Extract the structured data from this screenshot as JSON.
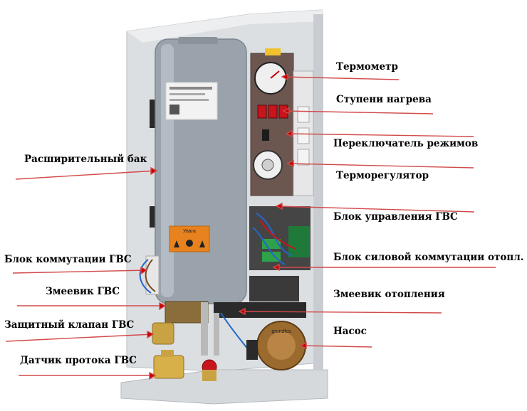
{
  "colors": {
    "leader": "#d24a4a",
    "arrow": "#c40000",
    "panel": "#dcdfe2",
    "tank": "#9aa3ac",
    "control_panel": "#6b5650",
    "pump": "#9a6a2e",
    "brass": "#c9a343"
  },
  "labels": {
    "thermometer": "Термометр",
    "heating_stages": "Ступени нагрева",
    "mode_switch": "Переключатель режимов",
    "thermostat": "Терморегулятор",
    "expansion_tank": "Расширительный бак",
    "dhw_control_unit": "Блок управления ГВС",
    "dhw_switching_unit": "Блок коммутации ГВС",
    "heating_power_switching_unit": "Блок силовой коммутации отопл.",
    "dhw_coil": "Змеевик ГВС",
    "heating_coil": "Змеевик отопления",
    "dhw_safety_valve": "Защитный клапан ГВС",
    "pump": "Насос",
    "dhw_flow_sensor": "Датчик протока ГВС"
  },
  "product": {
    "tank_plate_text": "Увага",
    "pump_brand": "grundfos"
  }
}
